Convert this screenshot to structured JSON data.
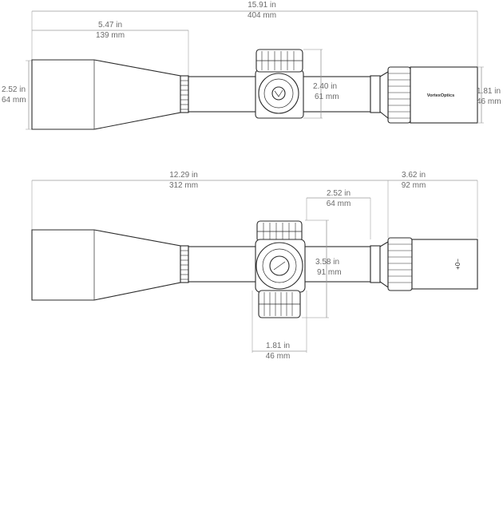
{
  "dimensions": {
    "overall_length": {
      "in": "15.91 in",
      "mm": "404 mm"
    },
    "objective_bell_length": {
      "in": "5.47 in",
      "mm": "139 mm"
    },
    "objective_diameter": {
      "in": "2.52 in",
      "mm": "64 mm"
    },
    "turret_height": {
      "in": "2.40 in",
      "mm": "61 mm"
    },
    "eyepiece_diameter": {
      "in": "1.81 in",
      "mm": "46 mm"
    },
    "objective_to_turret_length": {
      "in": "12.29 in",
      "mm": "312 mm"
    },
    "eyepiece_length": {
      "in": "3.62 in",
      "mm": "92 mm"
    },
    "turret_to_eyepiece_length": {
      "in": "2.52 in",
      "mm": "64 mm"
    },
    "turret_width": {
      "in": "3.58 in",
      "mm": "91 mm"
    },
    "turret_depth": {
      "in": "1.81 in",
      "mm": "46  mm"
    }
  },
  "brand_label": "VortexOptics",
  "eyepiece_marks": "+0−"
}
